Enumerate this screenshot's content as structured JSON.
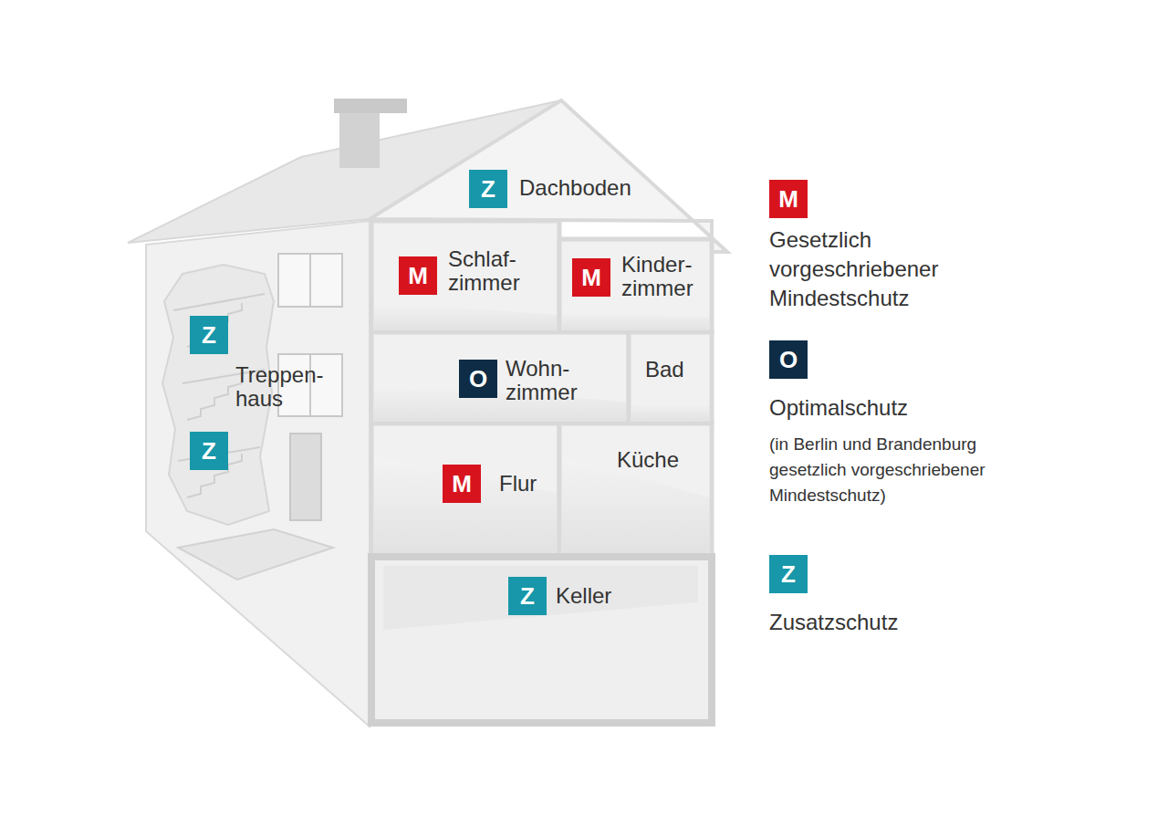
{
  "diagram": {
    "nodes": [
      {
        "text": [
          "Dachboden"
        ]
      },
      {
        "text": [
          "Z"
        ],
        "in": 0
      },
      {
        "text": [
          "Schlaf- zimmer"
        ]
      },
      {
        "text": [
          "M"
        ],
        "in": 2
      },
      {
        "text": [
          "Kinder- zimmer"
        ]
      },
      {
        "text": [
          "M"
        ],
        "in": 4
      },
      {
        "text": [
          "Treppen- haus"
        ]
      },
      {
        "text": [
          "Z"
        ],
        "in": 6
      },
      {
        "text": [
          "Z"
        ],
        "in": 6
      },
      {
        "text": [
          "Wohn- zimmer"
        ]
      },
      {
        "text": [
          "O"
        ],
        "in": 9
      },
      {
        "text": [
          "Bad"
        ]
      },
      {
        "text": [
          "Flur"
        ]
      },
      {
        "text": [
          "M"
        ],
        "in": 12
      },
      {
        "text": [
          "Küche"
        ]
      },
      {
        "text": [
          "Keller"
        ]
      },
      {
        "text": [
          "Z"
        ],
        "in": 15
      }
    ],
    "labels": [
      "M",
      "O",
      "Z",
      "(in Berlin und Brandenburg gesetzlich vorgeschriebener Mindestschutz)"
    ],
    "legend": [
      {
        "text": "Gesetzlich vorgeschriebener Mindestschutz",
        "color": "#d7141e"
      },
      {
        "text": "Optimalschutz",
        "color": "#0e2c45"
      },
      {
        "text": "Zusatzschutz",
        "color": "#1797a9"
      }
    ]
  }
}
